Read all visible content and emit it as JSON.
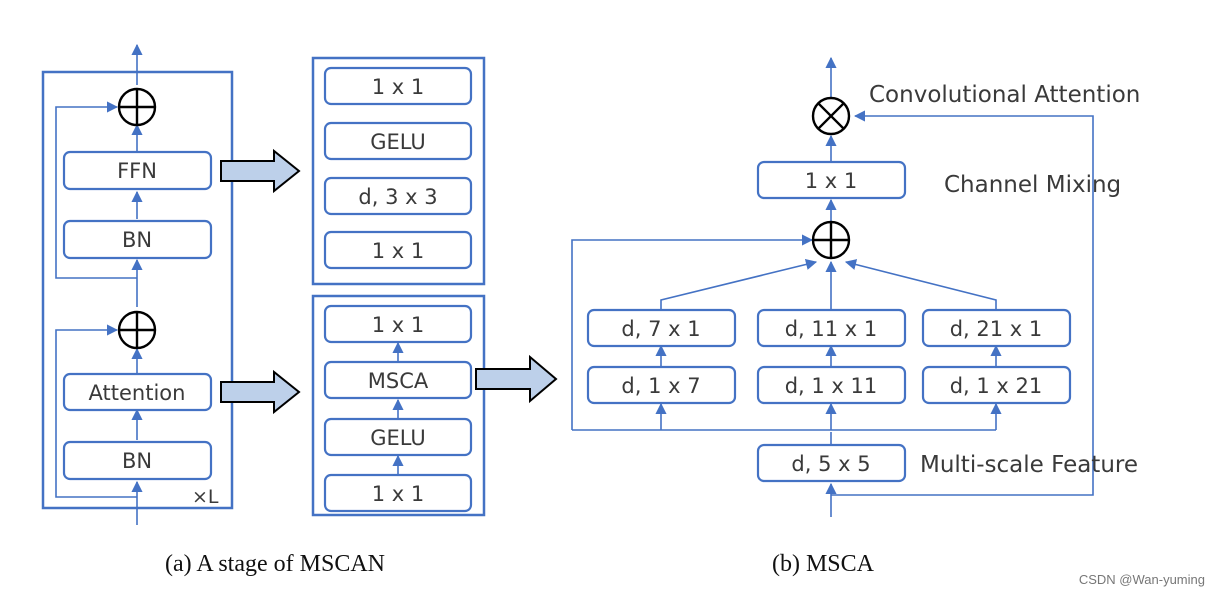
{
  "stage": {
    "ffn": "FFN",
    "bn_top": "BN",
    "attention": "Attention",
    "bn_bottom": "BN",
    "repeat": "×L"
  },
  "ffn_detail": [
    "1 x 1",
    "GELU",
    "d, 3 x 3",
    "1 x 1"
  ],
  "attn_detail": [
    "1 x 1",
    "MSCA",
    "GELU",
    "1 x 1"
  ],
  "msca": {
    "top_conv": "1 x 1",
    "branch_upper": [
      "d, 7 x 1",
      "d, 11 x 1",
      "d, 21 x 1"
    ],
    "branch_lower": [
      "d, 1 x 7",
      "d, 1 x 11",
      "d, 1 x 21"
    ],
    "base_conv": "d, 5 x 5",
    "annot_attention": "Convolutional Attention",
    "annot_mixing": "Channel Mixing",
    "annot_multiscale": "Multi-scale Feature"
  },
  "captions": {
    "a": "(a) A stage of MSCAN",
    "b": "(b) MSCA"
  },
  "watermark": "CSDN @Wan-yuming",
  "colors": {
    "box_stroke": "#4472c4",
    "big_arrow_fill": "#bdd0ea"
  }
}
